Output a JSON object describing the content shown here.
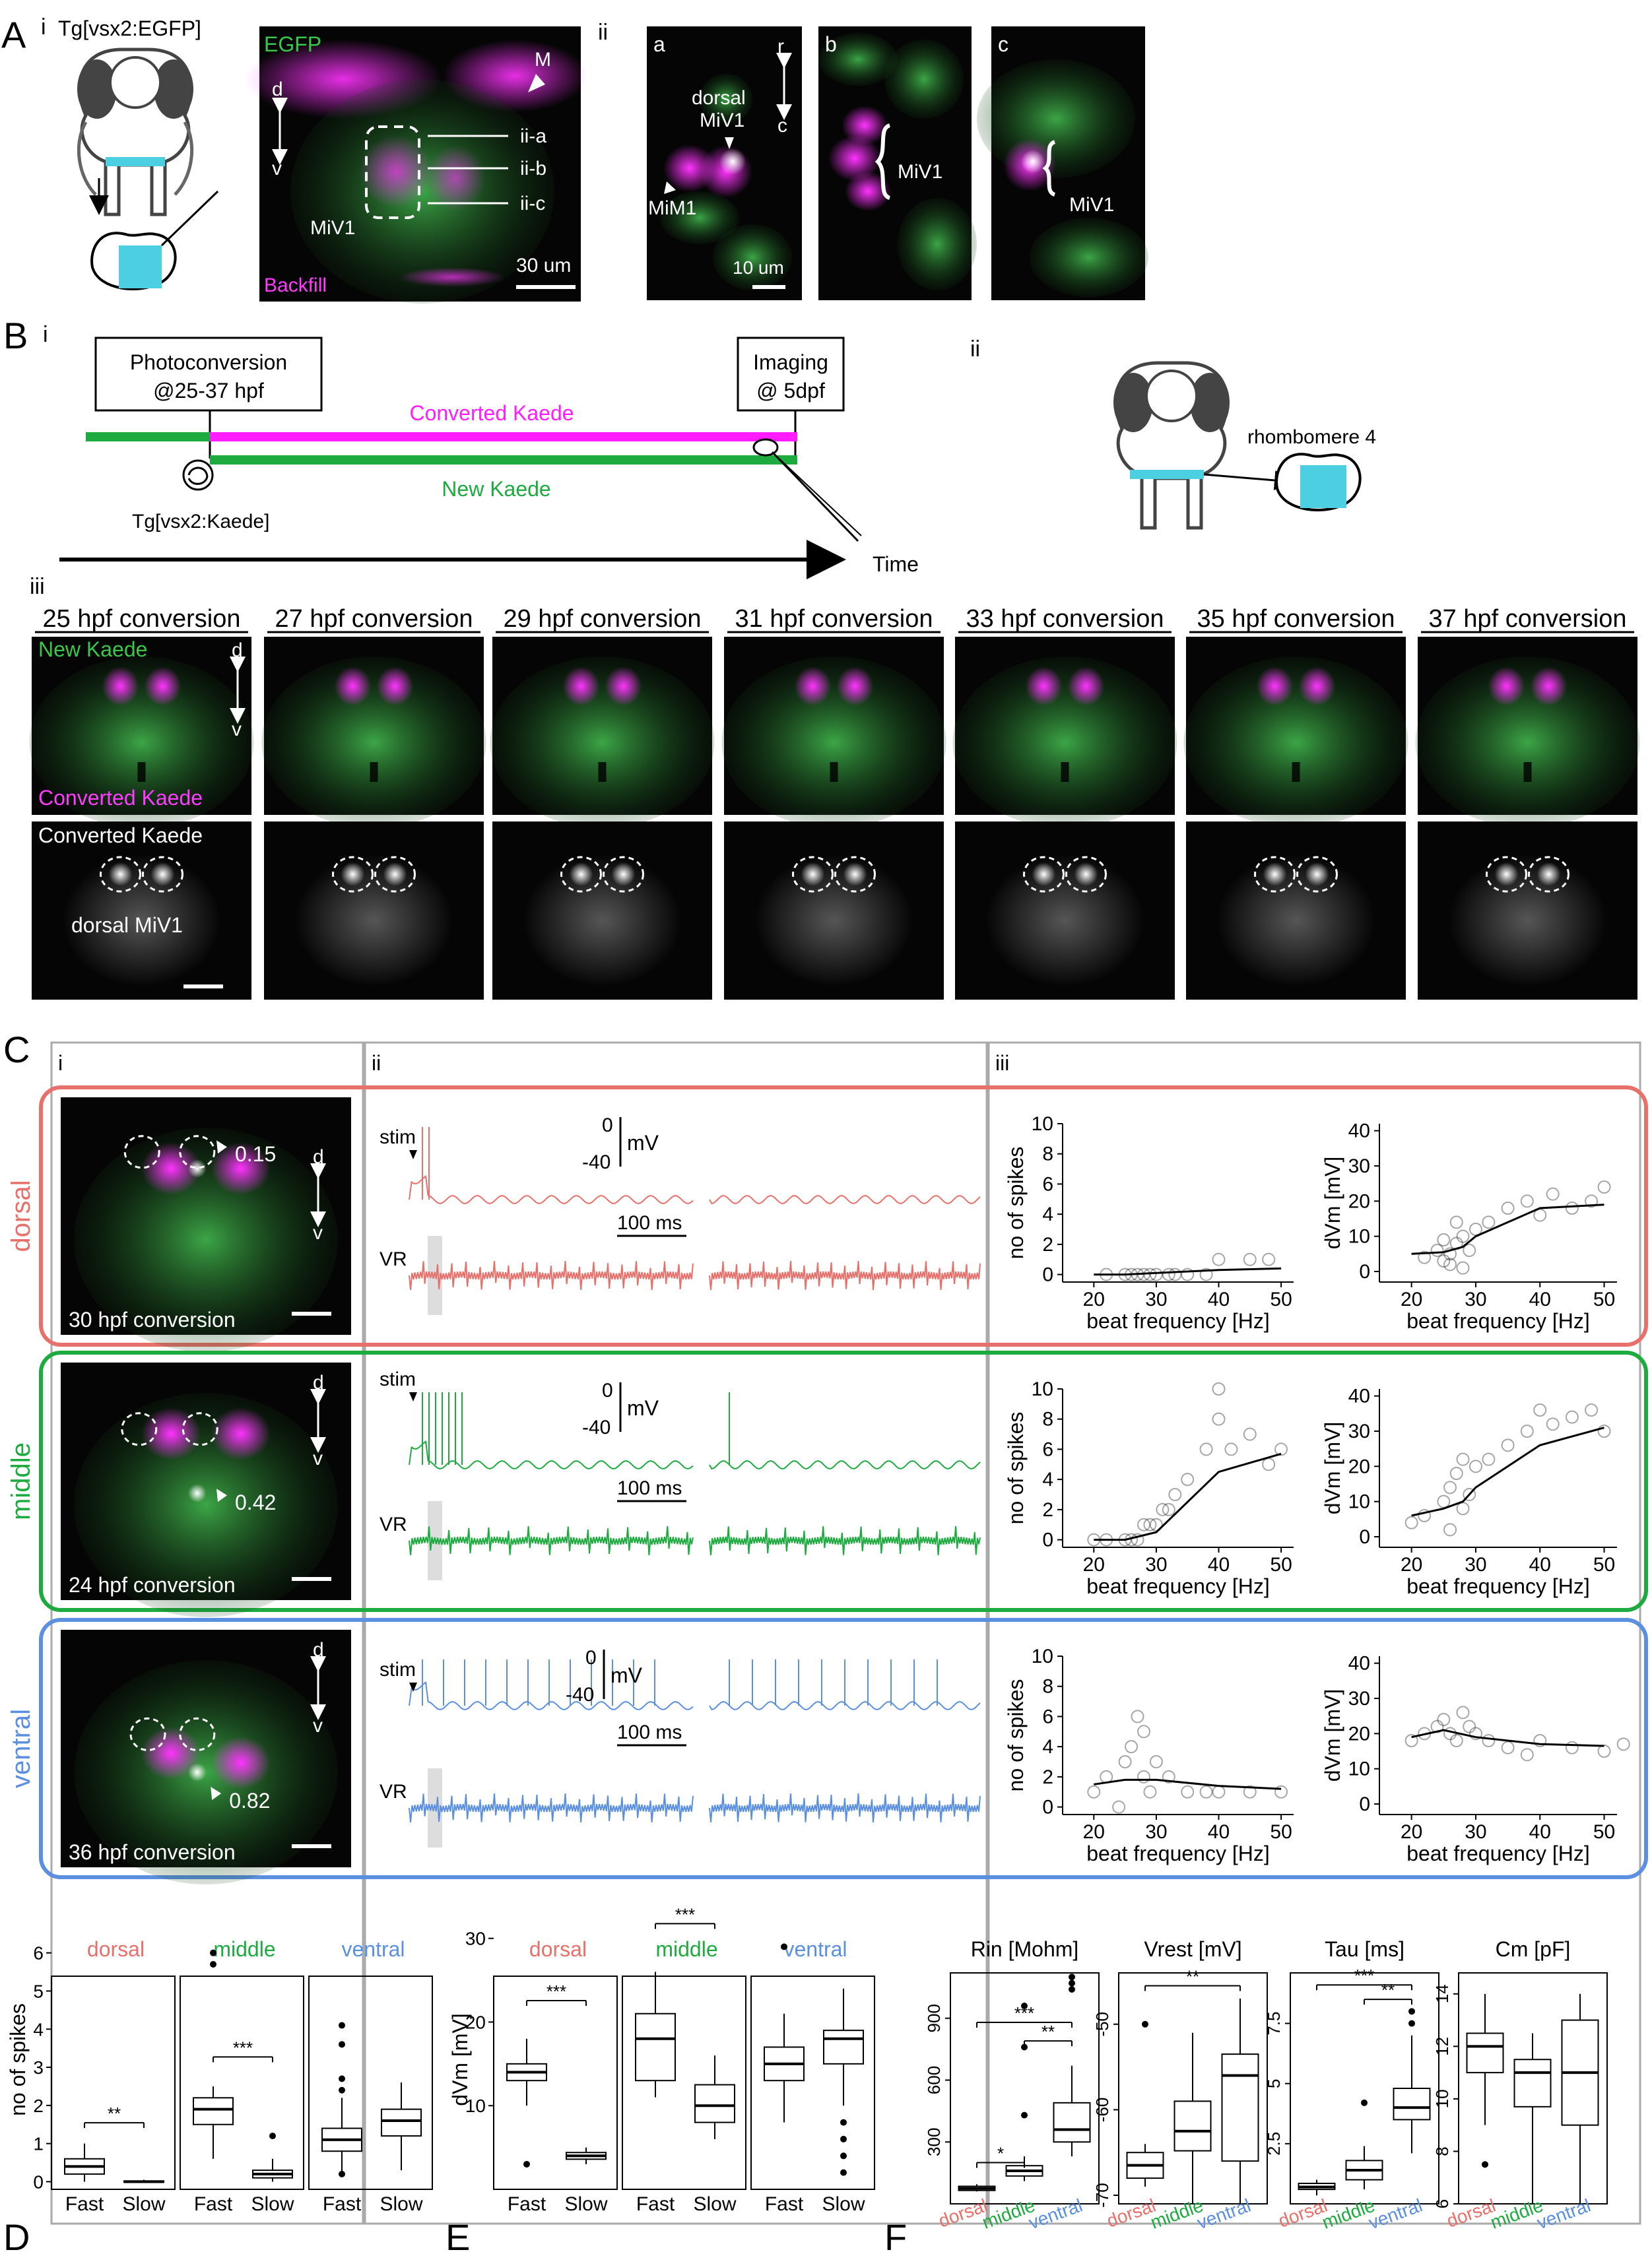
{
  "panelA": {
    "letter": "A",
    "i": {
      "sub": "i",
      "transgene": "Tg[vsx2:EGFP]",
      "egfp": "EGFP",
      "backfill": "Backfill",
      "d": "d",
      "v": "v",
      "m": "M",
      "miv1": "MiV1",
      "scale": "30 um",
      "lines": [
        "ii-a",
        "ii-b",
        "ii-c"
      ]
    },
    "ii": {
      "sub": "ii",
      "a": "a",
      "b": "b",
      "c": "c",
      "dorsal": "dorsal",
      "miv1": "MiV1",
      "mim1": "MiM1",
      "r": "r",
      "cc": "c",
      "scale": "10 um",
      "miv1b": "MiV1",
      "miv1c": "MiV1"
    }
  },
  "panelB": {
    "letter": "B",
    "i": {
      "sub": "i",
      "photo1": "Photoconversion",
      "photo2": "@25-37 hpf",
      "img1": "Imaging",
      "img2": "@ 5dpf",
      "converted": "Converted Kaede",
      "newk": "New Kaede",
      "tg": "Tg[vsx2:Kaede]",
      "time": "Time"
    },
    "ii": {
      "sub": "ii",
      "rhombomere": "rhombomere 4"
    },
    "iii": {
      "sub": "iii",
      "titles": [
        "25 hpf conversion",
        "27 hpf conversion",
        "29 hpf conversion",
        "31 hpf conversion",
        "33 hpf conversion",
        "35 hpf conversion",
        "37 hpf conversion"
      ],
      "newk": "New Kaede",
      "convk": "Converted Kaede",
      "convk2": "Converted Kaede",
      "d": "d",
      "v": "v",
      "dorsalmiv1": "dorsal MiV1"
    }
  },
  "panelC": {
    "letter": "C",
    "sub_i": "i",
    "sub_ii": "ii",
    "sub_iii": "iii",
    "rows": [
      {
        "name": "dorsal",
        "color": "#E8706A",
        "value": "0.15",
        "conv": "30 hpf conversion",
        "stim": "stim",
        "vr": "VR",
        "v0": "0",
        "vneg": "-40",
        "mv": "mV",
        "ms": "100 ms"
      },
      {
        "name": "middle",
        "color": "#1DAA3F",
        "value": "0.42",
        "conv": "24 hpf conversion",
        "stim": "stim",
        "vr": "VR",
        "v0": "0",
        "vneg": "-40",
        "mv": "mV",
        "ms": "100 ms"
      },
      {
        "name": "ventral",
        "color": "#5B8FE0",
        "value": "0.82",
        "conv": "36 hpf conversion",
        "stim": "stim",
        "vr": "VR",
        "v0": "0",
        "vneg": "-40",
        "mv": "mV",
        "ms": "100 ms"
      }
    ],
    "d": "d",
    "v": "v"
  },
  "chart_data": [
    {
      "type": "scatter",
      "panel": "C-iii dorsal spikes",
      "xlabel": "beat frequency [Hz]",
      "ylabel": "no of spikes",
      "xlim": [
        15,
        52
      ],
      "ylim": [
        -0.5,
        10
      ],
      "xticks": [
        20,
        30,
        40,
        50
      ],
      "yticks": [
        0,
        2,
        4,
        6,
        8,
        10
      ],
      "x": [
        22,
        25,
        27,
        28,
        30,
        32,
        35,
        38,
        40,
        45,
        48,
        26,
        29,
        33
      ],
      "y": [
        0,
        0,
        0,
        0,
        0,
        0,
        0,
        0,
        1,
        1,
        1,
        0,
        0,
        0
      ],
      "fit_x": [
        20,
        25,
        30,
        40,
        50
      ],
      "fit_y": [
        0,
        0,
        0.1,
        0.3,
        0.4
      ]
    },
    {
      "type": "scatter",
      "panel": "C-iii dorsal dVm",
      "xlabel": "beat frequency [Hz]",
      "ylabel": "dVm [mV]",
      "xlim": [
        15,
        52
      ],
      "ylim": [
        -3,
        42
      ],
      "xticks": [
        20,
        30,
        40,
        50
      ],
      "yticks": [
        0,
        10,
        20,
        30,
        40
      ],
      "x": [
        22,
        24,
        25,
        26,
        27,
        28,
        29,
        30,
        32,
        35,
        38,
        40,
        42,
        45,
        48,
        50,
        26,
        27,
        28,
        25
      ],
      "y": [
        4,
        6,
        3,
        5,
        8,
        10,
        6,
        12,
        14,
        18,
        20,
        16,
        22,
        18,
        20,
        24,
        2,
        14,
        1,
        9
      ],
      "fit_x": [
        20,
        25,
        28,
        30,
        40,
        50
      ],
      "fit_y": [
        5,
        5.5,
        7,
        10,
        18,
        19
      ]
    },
    {
      "type": "scatter",
      "panel": "C-iii middle spikes",
      "xlabel": "beat frequency [Hz]",
      "ylabel": "no of spikes",
      "xlim": [
        15,
        52
      ],
      "ylim": [
        -0.5,
        10
      ],
      "xticks": [
        20,
        30,
        40,
        50
      ],
      "yticks": [
        0,
        2,
        4,
        6,
        8,
        10
      ],
      "x": [
        20,
        22,
        25,
        27,
        28,
        30,
        32,
        33,
        35,
        38,
        40,
        40,
        42,
        45,
        48,
        50,
        26,
        29,
        31
      ],
      "y": [
        0,
        0,
        0,
        0,
        1,
        1,
        2,
        3,
        4,
        6,
        8,
        10,
        6,
        7,
        5,
        6,
        0,
        1,
        2
      ],
      "fit_x": [
        20,
        25,
        30,
        40,
        50
      ],
      "fit_y": [
        0,
        0,
        0.5,
        4.5,
        5.7
      ]
    },
    {
      "type": "scatter",
      "panel": "C-iii middle dVm",
      "xlabel": "beat frequency [Hz]",
      "ylabel": "dVm [mV]",
      "xlim": [
        15,
        52
      ],
      "ylim": [
        -3,
        42
      ],
      "xticks": [
        20,
        30,
        40,
        50
      ],
      "yticks": [
        0,
        10,
        20,
        30,
        40
      ],
      "x": [
        20,
        22,
        25,
        26,
        27,
        28,
        29,
        30,
        32,
        35,
        38,
        40,
        42,
        45,
        48,
        50,
        26,
        28
      ],
      "y": [
        4,
        6,
        10,
        14,
        18,
        22,
        12,
        20,
        22,
        26,
        30,
        36,
        32,
        34,
        36,
        30,
        2,
        8
      ],
      "fit_x": [
        20,
        25,
        28,
        30,
        40,
        50
      ],
      "fit_y": [
        6,
        8,
        10,
        14,
        26,
        31
      ]
    },
    {
      "type": "scatter",
      "panel": "C-iii ventral spikes",
      "xlabel": "beat frequency [Hz]",
      "ylabel": "no of spikes",
      "xlim": [
        15,
        52
      ],
      "ylim": [
        -0.5,
        10
      ],
      "xticks": [
        20,
        30,
        40,
        50
      ],
      "yticks": [
        0,
        2,
        4,
        6,
        8,
        10
      ],
      "x": [
        20,
        22,
        25,
        26,
        27,
        28,
        29,
        30,
        32,
        35,
        38,
        40,
        45,
        50,
        24,
        28
      ],
      "y": [
        1,
        2,
        3,
        4,
        6,
        2,
        1,
        3,
        2,
        1,
        1,
        1,
        1,
        1,
        0,
        5
      ],
      "fit_x": [
        20,
        25,
        30,
        40,
        50
      ],
      "fit_y": [
        1.5,
        1.8,
        1.8,
        1.4,
        1.2
      ]
    },
    {
      "type": "scatter",
      "panel": "C-iii ventral dVm",
      "xlabel": "beat frequency [Hz]",
      "ylabel": "dVm [mV]",
      "xlim": [
        15,
        52
      ],
      "ylim": [
        -3,
        42
      ],
      "xticks": [
        20,
        30,
        40,
        50
      ],
      "yticks": [
        0,
        10,
        20,
        30,
        40
      ],
      "x": [
        20,
        22,
        24,
        25,
        26,
        27,
        28,
        29,
        30,
        32,
        35,
        38,
        40,
        45,
        50,
        53
      ],
      "y": [
        18,
        20,
        22,
        24,
        20,
        18,
        26,
        22,
        20,
        18,
        16,
        14,
        18,
        16,
        15,
        17
      ],
      "fit_x": [
        20,
        25,
        30,
        40,
        50
      ],
      "fit_y": [
        19,
        21,
        19,
        17,
        16.5
      ]
    },
    {
      "type": "box",
      "panel": "D",
      "letter": "D",
      "ylabel": "no of spikes",
      "ylim": [
        -0.2,
        6.6
      ],
      "yticks": [
        0,
        1,
        2,
        3,
        4,
        5,
        6
      ],
      "groups": [
        {
          "name": "dorsal",
          "color": "#E8706A",
          "cats": [
            "Fast",
            "Slow"
          ],
          "boxes": [
            [
              0,
              0.2,
              0.4,
              0.6,
              1.0
            ],
            [
              0,
              0,
              0,
              0.02,
              0.05
            ]
          ],
          "outliers": [
            [],
            []
          ],
          "sig": "**"
        },
        {
          "name": "middle",
          "color": "#1DAA3F",
          "cats": [
            "Fast",
            "Slow"
          ],
          "boxes": [
            [
              0.6,
              1.5,
              1.9,
              2.2,
              2.5
            ],
            [
              0,
              0.1,
              0.2,
              0.3,
              0.6
            ]
          ],
          "outliers": [
            [
              6.0,
              5.7
            ],
            [
              1.2
            ]
          ],
          "sig": "***"
        },
        {
          "name": "ventral",
          "color": "#5B8FE0",
          "cats": [
            "Fast",
            "Slow"
          ],
          "boxes": [
            [
              0.2,
              0.8,
              1.1,
              1.4,
              2.2
            ],
            [
              0.3,
              1.2,
              1.6,
              1.9,
              2.6
            ]
          ],
          "outliers": [
            [
              4.1,
              3.6,
              2.7,
              2.4,
              0.2
            ],
            []
          ],
          "sig": ""
        }
      ]
    },
    {
      "type": "box",
      "panel": "E",
      "letter": "E",
      "ylabel": "dVm [mV]",
      "ylim": [
        0,
        31
      ],
      "yticks": [
        10,
        20,
        30
      ],
      "groups": [
        {
          "name": "dorsal",
          "color": "#E8706A",
          "cats": [
            "Fast",
            "Slow"
          ],
          "boxes": [
            [
              10,
              13,
              14,
              15,
              18
            ],
            [
              3,
              3.6,
              4,
              4.4,
              5
            ]
          ],
          "outliers": [
            [
              3
            ],
            []
          ],
          "sig": "***"
        },
        {
          "name": "middle",
          "color": "#1DAA3F",
          "cats": [
            "Fast",
            "Slow"
          ],
          "boxes": [
            [
              11,
              13,
              18,
              21,
              26
            ],
            [
              6,
              8,
              10,
              12.5,
              16
            ]
          ],
          "outliers": [
            [],
            []
          ],
          "sig": "***"
        },
        {
          "name": "ventral",
          "color": "#5B8FE0",
          "cats": [
            "Fast",
            "Slow"
          ],
          "boxes": [
            [
              8,
              13,
              15,
              17,
              21
            ],
            [
              10,
              15,
              18,
              19,
              24
            ]
          ],
          "outliers": [
            [
              29
            ],
            [
              8,
              6,
              4,
              2
            ]
          ],
          "sig": ""
        }
      ]
    },
    {
      "type": "box",
      "panel": "F",
      "letter": "F",
      "panels": [
        {
          "title": "Rin [Mohm]",
          "ylim": [
            0,
            1120
          ],
          "yticks": [
            300,
            600,
            900
          ],
          "boxes": [
            [
              60,
              65,
              75,
              85,
              95
            ],
            [
              110,
              135,
              160,
              185,
              230
            ],
            [
              230,
              300,
              360,
              490,
              670
            ]
          ],
          "outliers": [
            [],
            [
              430,
              760,
              960
            ],
            [
              1040,
              1070,
              1100
            ]
          ],
          "sigs": [
            {
              "a": 0,
              "b": 1,
              "y": 200,
              "t": "*"
            },
            {
              "a": 1,
              "b": 2,
              "y": 790,
              "t": "**"
            },
            {
              "a": 0,
              "b": 2,
              "y": 880,
              "t": "***"
            }
          ]
        },
        {
          "title": "Vrest [mV]",
          "ylim": [
            -71,
            -44
          ],
          "yticks": [
            -50,
            -60,
            -70
          ],
          "boxes": [
            [
              -69,
              -68,
              -66.5,
              -65,
              -64
            ],
            [
              -71,
              -64.8,
              -62.5,
              -59,
              -51
            ],
            [
              -71,
              -66,
              -56,
              -53.5,
              -47
            ]
          ],
          "outliers": [
            [
              -50
            ],
            [],
            []
          ],
          "sigs": [
            {
              "a": 0,
              "b": 2,
              "y": -45.5,
              "t": "**"
            }
          ]
        },
        {
          "title": "Tau [ms]",
          "ylim": [
            0,
            9.6
          ],
          "yticks": [
            2.5,
            5,
            7.5
          ],
          "boxes": [
            [
              0.35,
              0.6,
              0.7,
              0.85,
              1.0
            ],
            [
              0.6,
              1.0,
              1.4,
              1.8,
              2.4
            ],
            [
              2.1,
              3.5,
              4.0,
              4.8,
              7.0
            ]
          ],
          "outliers": [
            [],
            [
              4.2
            ],
            [
              7.5,
              8.0
            ]
          ],
          "sigs": [
            {
              "a": 1,
              "b": 2,
              "y": 8.5,
              "t": "**"
            },
            {
              "a": 0,
              "b": 2,
              "y": 9.1,
              "t": "***"
            }
          ]
        },
        {
          "title": "Cm [pF]",
          "ylim": [
            6,
            14.8
          ],
          "yticks": [
            6,
            8,
            10,
            12,
            14
          ],
          "boxes": [
            [
              9,
              11,
              12,
              12.5,
              14
            ],
            [
              6,
              9.7,
              11,
              11.5,
              12.5
            ],
            [
              6,
              9,
              11,
              13,
              14
            ]
          ],
          "outliers": [
            [
              7.5
            ],
            [],
            []
          ],
          "sigs": []
        }
      ],
      "cats": [
        "dorsal",
        "middle",
        "ventral"
      ],
      "cat_colors": [
        "#E8706A",
        "#1DAA3F",
        "#5B8FE0"
      ]
    }
  ]
}
